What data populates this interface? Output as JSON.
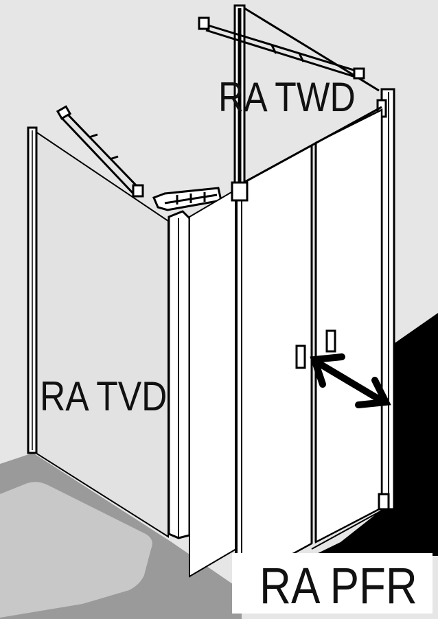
{
  "labels": {
    "left_panel": "RA TVD",
    "back_panel": "RA TWD",
    "door": "RA PFR"
  },
  "colors": {
    "background": "#e6e6e6",
    "floor_tray": "#9a9a9a",
    "tray_inner": "#c6c6c6",
    "glass": "#ffffff",
    "line": "#000000",
    "dark_floor": "#000000"
  },
  "icons": {
    "swing_arrow": "double-headed-arrow-icon"
  }
}
